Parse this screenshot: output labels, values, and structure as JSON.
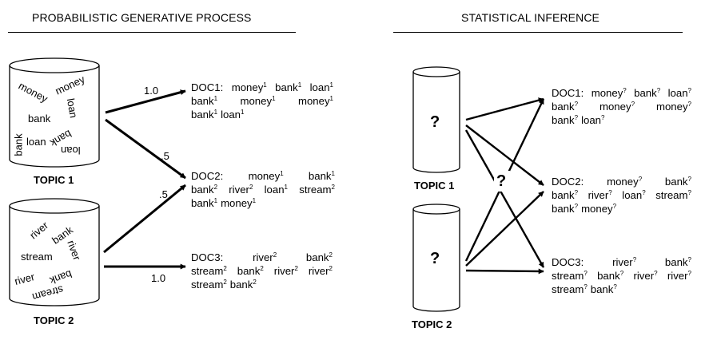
{
  "headers": {
    "left": "PROBABILISTIC GENERATIVE PROCESS",
    "right": "STATISTICAL INFERENCE"
  },
  "topics": {
    "topic1": {
      "label": "TOPIC 1",
      "words": [
        "money",
        "money",
        "loan",
        "bank",
        "bank",
        "loan",
        "bank",
        "loan"
      ]
    },
    "topic2": {
      "label": "TOPIC 2",
      "words": [
        "river",
        "bank",
        "river",
        "stream",
        "river",
        "bank",
        "stream"
      ]
    }
  },
  "inference": {
    "topic1_label": "TOPIC 1",
    "topic2_label": "TOPIC 2",
    "unknown_mark": "?"
  },
  "edge_labels": {
    "t1_doc1": "1.0",
    "t1_doc2": ".5",
    "t2_doc2": ".5",
    "t2_doc3": "1.0"
  },
  "documents_generative": [
    {
      "name": "DOC1:",
      "lines": [
        [
          {
            "w": "money",
            "s": "1"
          },
          {
            "w": "bank",
            "s": "1"
          },
          {
            "w": "loan",
            "s": "1"
          }
        ],
        [
          {
            "w": "bank",
            "s": "1"
          },
          {
            "w": "money",
            "s": "1"
          },
          {
            "w": "money",
            "s": "1"
          }
        ],
        [
          {
            "w": "bank",
            "s": "1"
          },
          {
            "w": "loan",
            "s": "1"
          }
        ]
      ]
    },
    {
      "name": "DOC2:",
      "lines": [
        [
          {
            "w": "money",
            "s": "1"
          },
          {
            "w": "bank",
            "s": "1"
          }
        ],
        [
          {
            "w": "bank",
            "s": "2"
          },
          {
            "w": "river",
            "s": "2"
          },
          {
            "w": "loan",
            "s": "1"
          },
          {
            "w": "stream",
            "s": "2"
          }
        ],
        [
          {
            "w": "bank",
            "s": "1"
          },
          {
            "w": "money",
            "s": "1"
          }
        ]
      ]
    },
    {
      "name": "DOC3:",
      "lines": [
        [
          {
            "w": "river",
            "s": "2"
          },
          {
            "w": "bank",
            "s": "2"
          }
        ],
        [
          {
            "w": "stream",
            "s": "2"
          },
          {
            "w": "bank",
            "s": "2"
          },
          {
            "w": "river",
            "s": "2"
          },
          {
            "w": "river",
            "s": "2"
          }
        ],
        [
          {
            "w": "stream",
            "s": "2"
          },
          {
            "w": "bank",
            "s": "2"
          }
        ]
      ]
    }
  ],
  "documents_inference": [
    {
      "name": "DOC1:",
      "lines": [
        [
          {
            "w": "money",
            "s": "?"
          },
          {
            "w": "bank",
            "s": "?"
          },
          {
            "w": "loan",
            "s": "?"
          }
        ],
        [
          {
            "w": "bank",
            "s": "?"
          },
          {
            "w": "money",
            "s": "?"
          },
          {
            "w": "money",
            "s": "?"
          }
        ],
        [
          {
            "w": "bank",
            "s": "?"
          },
          {
            "w": "loan",
            "s": "?"
          }
        ]
      ]
    },
    {
      "name": "DOC2:",
      "lines": [
        [
          {
            "w": "money",
            "s": "?"
          },
          {
            "w": "bank",
            "s": "?"
          }
        ],
        [
          {
            "w": "bank",
            "s": "?"
          },
          {
            "w": "river",
            "s": "?"
          },
          {
            "w": "loan",
            "s": "?"
          },
          {
            "w": "stream",
            "s": "?"
          }
        ],
        [
          {
            "w": "bank",
            "s": "?"
          },
          {
            "w": "money",
            "s": "?"
          }
        ]
      ]
    },
    {
      "name": "DOC3:",
      "lines": [
        [
          {
            "w": "river",
            "s": "?"
          },
          {
            "w": "bank",
            "s": "?"
          }
        ],
        [
          {
            "w": "stream",
            "s": "?"
          },
          {
            "w": "bank",
            "s": "?"
          },
          {
            "w": "river",
            "s": "?"
          },
          {
            "w": "river",
            "s": "?"
          }
        ],
        [
          {
            "w": "stream",
            "s": "?"
          },
          {
            "w": "bank",
            "s": "?"
          }
        ]
      ]
    }
  ]
}
